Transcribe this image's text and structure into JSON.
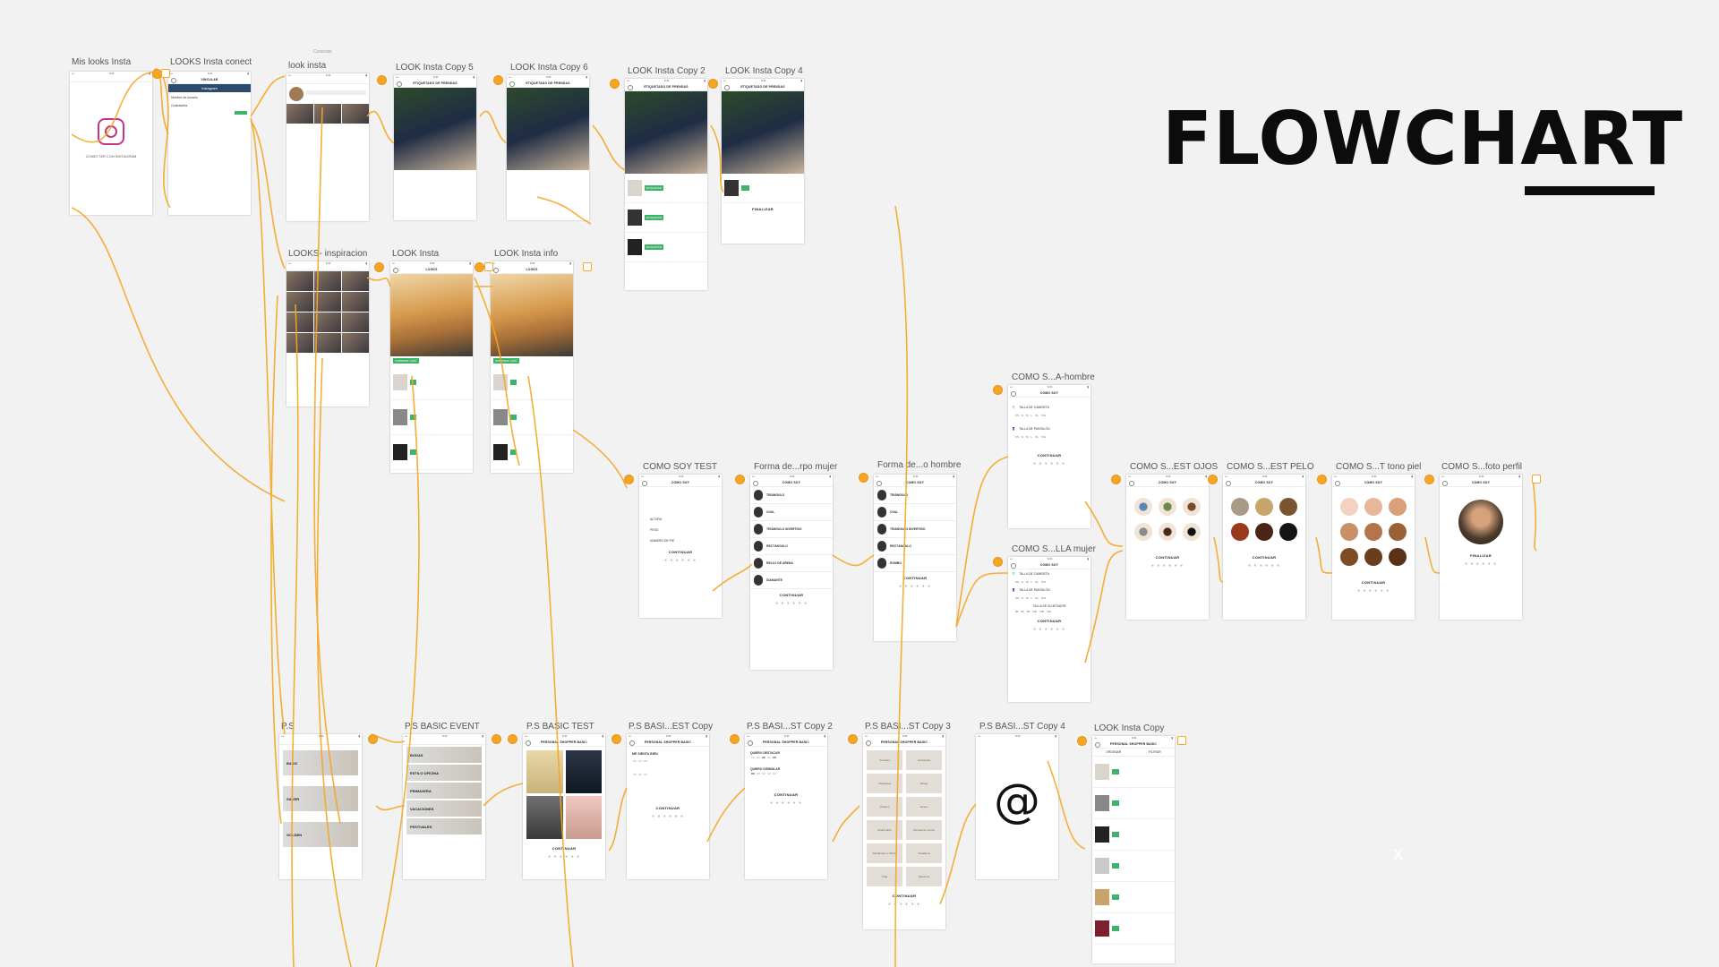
{
  "heading": {
    "title": "FLOWCHART"
  },
  "close_glyph": "x",
  "tiny_note": "Conectar",
  "colors": {
    "connector": "#f5a623",
    "accent_green": "#3fb36a",
    "title": "#0c0c0c"
  },
  "artboards": {
    "mis_looks_insta": {
      "label": "Mis looks Insta",
      "button": "CONECTAR CON INSTAGRAM"
    },
    "looks_insta_conect": {
      "label": "LOOKS Insta conect",
      "header": "VINCULAR",
      "brand": "Instagram",
      "field_user": "Nombre de usuario",
      "field_pass": "Contraseña"
    },
    "look_insta": {
      "label": "look insta"
    },
    "look_insta_copy_5": {
      "label": "LOOK Insta Copy 5",
      "header": "ETIQUETADO DE PRENDAS"
    },
    "look_insta_copy_6": {
      "label": "LOOK Insta Copy 6",
      "header": "ETIQUETADO DE PRENDAS"
    },
    "look_insta_copy_2": {
      "label": "LOOK Insta Copy 2",
      "header": "ETIQUETADO DE PRENDAS",
      "tag": "ETIQUETAR"
    },
    "look_insta_copy_4": {
      "label": "LOOK Insta Copy 4",
      "header": "ETIQUETADO DE PRENDAS",
      "finish": "FINALIZAR"
    },
    "looks_inspiracion": {
      "label": "LOOKS- inspiracion"
    },
    "look_insta_main": {
      "label": "LOOK Insta",
      "header": "LOOKS",
      "buy": "COMPRAR LOOK"
    },
    "look_insta_info": {
      "label": "LOOK Insta info",
      "header": "LOOKS",
      "buy": "COMPRAR LOOK"
    },
    "como_soy_test": {
      "label": "COMO SOY TEST",
      "header": "COMO SOY",
      "f1": "ALTURA",
      "f2": "PESO",
      "f3": "NÚMERO DE PIE",
      "cta": "CONTINUAR"
    },
    "forma_mujer": {
      "label": "Forma de...rpo mujer",
      "header": "COMO SOY",
      "options": [
        "TRIÁNGULO",
        "OVAL",
        "TRIÁNGULO INVERTIDO",
        "RECTÁNGULO",
        "RELOJ DE ARENA",
        "DIAMANTE"
      ],
      "cta": "CONTINUAR"
    },
    "forma_hombre": {
      "label": "Forma de...o hombre",
      "header": "COMO SOY",
      "options": [
        "TRIÁNGULO",
        "OVAL",
        "TRIÁNGULO INVERTIDO",
        "RECTÁNGULO",
        "ROMBO"
      ],
      "cta": "CONTINUAR"
    },
    "como_hombre": {
      "label": "COMO S...A-hombre",
      "header": "COMO SOY",
      "s1": "TALLA DE CAMISETA",
      "s2": "TALLA DE PANTALÓN",
      "cta": "CONTINUAR"
    },
    "como_mujer": {
      "label": "COMO S...LLA mujer",
      "header": "COMO SOY",
      "s1": "TALLA DE CAMISETA",
      "s2": "TALLA DE PANTALÓN",
      "s3": "TALLA DE SUJETADOR",
      "cta": "CONTINUAR"
    },
    "como_ojos": {
      "label": "COMO S...EST OJOS",
      "header": "COMO SOY",
      "cta": "CONTINUAR"
    },
    "como_pelo": {
      "label": "COMO S...EST PELO",
      "header": "COMO SOY",
      "cta": "CONTINUAR"
    },
    "como_tono": {
      "label": "COMO S...T tono piel",
      "header": "COMO SOY",
      "cta": "CONTINUAR"
    },
    "como_foto": {
      "label": "COMO S...foto perfil",
      "header": "COMO SOY",
      "cta": "FINALIZAR"
    },
    "ps": {
      "label": "P.S",
      "tiers": [
        "BASIC",
        "SILVER",
        "GOLDEN"
      ]
    },
    "ps_basic_event": {
      "label": "P.S BASIC EVENT",
      "events": [
        "BODAS",
        "ESTILO OFICINA",
        "PRIMAVERA",
        "VACACIONES",
        "FESTIVALES"
      ]
    },
    "ps_basic_test": {
      "label": "P.S BASIC TEST",
      "header": "PERSONAL SHOPPER BASIC",
      "cta": "CONTINUAR"
    },
    "ps_basi_est_copy": {
      "label": "P.S BASI...EST Copy",
      "header": "PERSONAL SHOPPER BASIC",
      "title": "ME SIENTA BIEN",
      "cta": "CONTINUAR"
    },
    "ps_basi_st_copy_2": {
      "label": "P.S BASI...ST Copy 2",
      "header": "PERSONAL SHOPPER BASIC",
      "q1": "QUIERO DESTACAR",
      "q2": "QUIERO DISIMULAR",
      "cta": "CONTINUAR"
    },
    "ps_basi_st_copy_3": {
      "label": "P.S BASI...ST Copy 3",
      "header": "PERSONAL SHOPPER BASIC",
      "tiles": [
        "Camisas",
        "Camisetas",
        "Chaquetas",
        "Abrigo",
        "Chaleco",
        "Jersey",
        "Moda baño",
        "Pantalones cortos",
        "Pantalones y Shorts",
        "Sudadera",
        "Traje",
        "Vaqueros"
      ],
      "cta": "CONTINUAR"
    },
    "ps_basi_st_copy_4": {
      "label": "P.S BASI...ST Copy 4",
      "symbol": "@"
    },
    "look_insta_copy": {
      "label": "LOOK Insta Copy",
      "header": "PERSONAL SHOPPER BASIC",
      "sort": "ORDENAR",
      "filter": "FILTRAR"
    }
  }
}
